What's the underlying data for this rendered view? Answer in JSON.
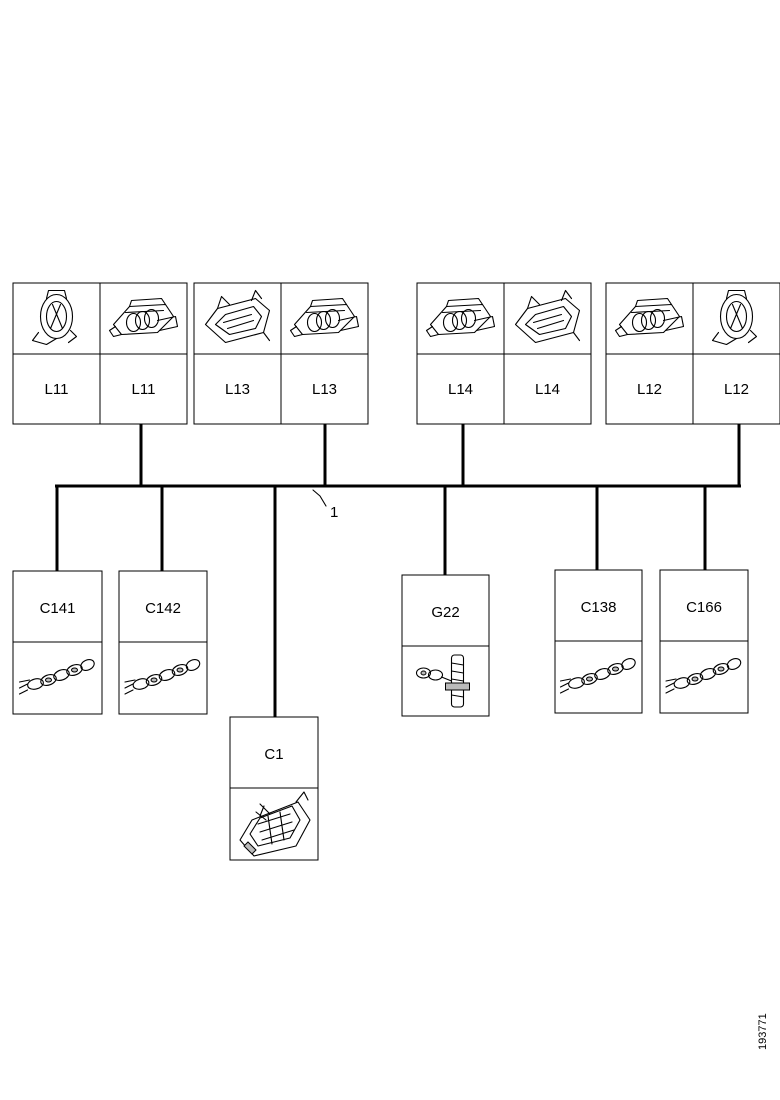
{
  "top_groups": [
    {
      "cells": [
        {
          "label": "L11",
          "icon": "round-connector-icon"
        },
        {
          "label": "L11",
          "icon": "plug-connector-icon"
        }
      ]
    },
    {
      "cells": [
        {
          "label": "L13",
          "icon": "boat-connector-icon"
        },
        {
          "label": "L13",
          "icon": "plug-connector-icon"
        }
      ]
    },
    {
      "cells": [
        {
          "label": "L14",
          "icon": "plug-connector-icon"
        },
        {
          "label": "L14",
          "icon": "boat-connector-icon"
        }
      ]
    },
    {
      "cells": [
        {
          "label": "L12",
          "icon": "plug-connector-icon"
        },
        {
          "label": "L12",
          "icon": "round-connector-icon"
        }
      ]
    }
  ],
  "bottom_components": [
    {
      "label": "C141",
      "icon": "chain-splice-icon"
    },
    {
      "label": "C142",
      "icon": "chain-splice-icon"
    },
    {
      "label": "C1",
      "icon": "multi-pin-connector-icon"
    },
    {
      "label": "G22",
      "icon": "ground-stud-icon"
    },
    {
      "label": "C138",
      "icon": "chain-splice-icon"
    },
    {
      "label": "C166",
      "icon": "chain-splice-icon"
    }
  ],
  "harness_callout": "1",
  "figure_id": "193771"
}
